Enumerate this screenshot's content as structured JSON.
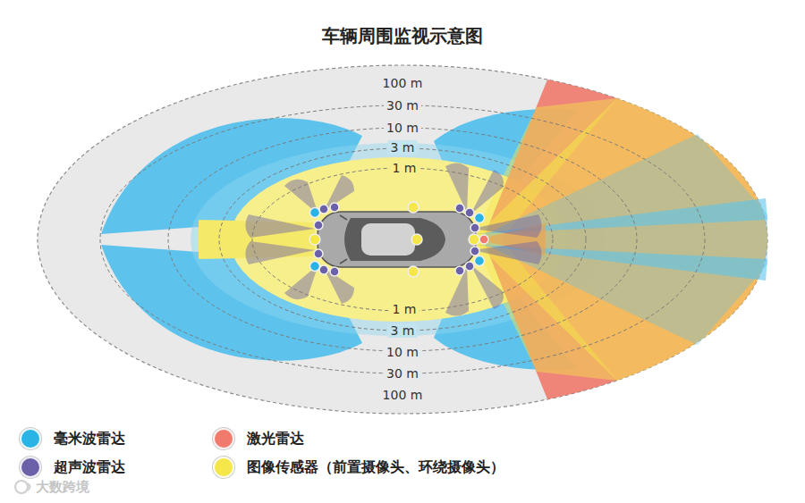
{
  "diagram": {
    "title": "车辆周围监视示意图",
    "labels": [
      "100 m",
      "30 m",
      "10 m",
      "3 m",
      "1 m",
      "1 m",
      "3 m",
      "10 m",
      "30 m",
      "100 m",
      "大数跨境"
    ],
    "legend": [
      {
        "text": "毫米波雷达",
        "color": "#2ab4e6"
      },
      {
        "text": "激光雷达",
        "color": "#f07a6c"
      },
      {
        "text": "超声波雷达",
        "color": "#6b61a9"
      },
      {
        "text": "图像传感器（前置摄像头、环绕摄像头）",
        "color": "#f5e64a"
      }
    ]
  }
}
